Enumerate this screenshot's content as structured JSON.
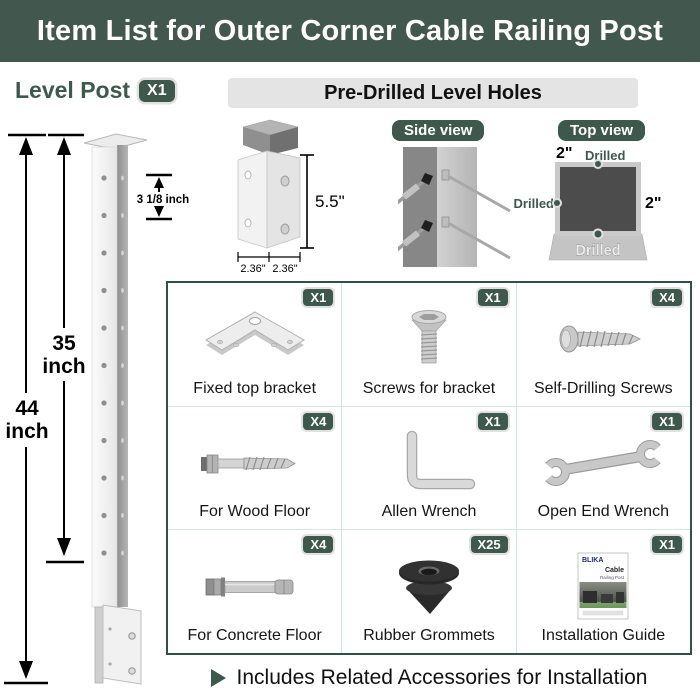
{
  "title": "Item List for Outer Corner Cable Railing Post",
  "header": {
    "post_label": "Level Post",
    "post_qty": "X1",
    "holes_title": "Pre-Drilled Level Holes"
  },
  "post_diagram": {
    "overall": {
      "num": "44",
      "unit": "inch"
    },
    "rail": {
      "num": "35",
      "unit": "inch"
    },
    "hole_spacing": "3 1/8 inch"
  },
  "bracket_diagram": {
    "height": "5.5\"",
    "base_left": "2.36\"",
    "base_right": "2.36\""
  },
  "views": {
    "side_label": "Side view",
    "top_label": "Top view",
    "top_dim": "2\"",
    "right_dim": "2\"",
    "drilled_top": "Drilled",
    "drilled_left": "Drilled",
    "drilled_bottom": "Drilled"
  },
  "items": [
    {
      "label": "Fixed top bracket",
      "qty": "X1"
    },
    {
      "label": "Screws for bracket",
      "qty": "X1"
    },
    {
      "label": "Self-Drilling Screws",
      "qty": "X4"
    },
    {
      "label": "For Wood Floor",
      "qty": "X4"
    },
    {
      "label": "Allen Wrench",
      "qty": "X1"
    },
    {
      "label": "Open End Wrench",
      "qty": "X1"
    },
    {
      "label": "For Concrete Floor",
      "qty": "X4"
    },
    {
      "label": "Rubber Grommets",
      "qty": "X25"
    },
    {
      "label": "Installation Guide",
      "qty": "X1"
    }
  ],
  "guide_cover": {
    "brand": "BLIKA",
    "title": "Cable",
    "subtitle": "Railing Post"
  },
  "footer": {
    "note": "Includes Related Accessories for Installation"
  },
  "colors": {
    "brand_green": "#3E584E",
    "banner_bg": "#42584E",
    "pill_bg": "#E4E4E4",
    "grid_border": "#315046",
    "grid_line": "#D5E6E0"
  }
}
